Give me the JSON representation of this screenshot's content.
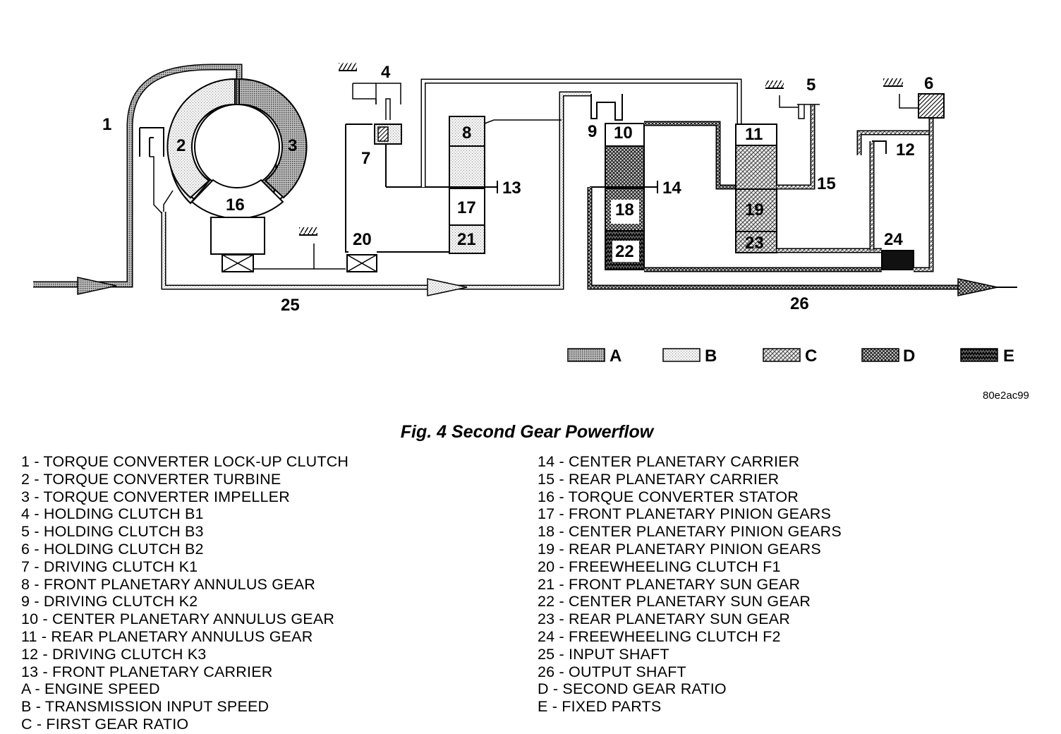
{
  "diagram": {
    "labels": {
      "n1": "1",
      "n2": "2",
      "n3": "3",
      "n4": "4",
      "n5": "5",
      "n6": "6",
      "n7": "7",
      "n8": "8",
      "n9": "9",
      "n10": "10",
      "n11": "11",
      "n12": "12",
      "n13": "13",
      "n14": "14",
      "n15": "15",
      "n16": "16",
      "n17": "17",
      "n18": "18",
      "n19": "19",
      "n20": "20",
      "n21": "21",
      "n22": "22",
      "n23": "23",
      "n24": "24",
      "n25": "25",
      "n26": "26"
    },
    "fill_legend": [
      {
        "letter": "A",
        "pattern": "dense-dots"
      },
      {
        "letter": "B",
        "pattern": "light-dots"
      },
      {
        "letter": "C",
        "pattern": "crosshatch-light"
      },
      {
        "letter": "D",
        "pattern": "crosshatch-dense"
      },
      {
        "letter": "E",
        "pattern": "zigzag-dark"
      }
    ],
    "image_code": "80e2ac99"
  },
  "figure": {
    "title": "Fig. 4 Second Gear Powerflow"
  },
  "legend": {
    "left": [
      "1 - TORQUE CONVERTER LOCK-UP CLUTCH",
      "2 - TORQUE CONVERTER TURBINE",
      "3 - TORQUE CONVERTER IMPELLER",
      "4 - HOLDING CLUTCH B1",
      "5 - HOLDING CLUTCH B3",
      "6 - HOLDING CLUTCH B2",
      "7 - DRIVING CLUTCH K1",
      "8 - FRONT PLANETARY ANNULUS GEAR",
      "9 - DRIVING CLUTCH K2",
      "10 - CENTER PLANETARY ANNULUS GEAR",
      "11 - REAR PLANETARY ANNULUS GEAR",
      "12 - DRIVING CLUTCH K3",
      "13 - FRONT PLANETARY CARRIER",
      "A - ENGINE SPEED",
      "B - TRANSMISSION INPUT SPEED",
      "C - FIRST GEAR RATIO"
    ],
    "right": [
      "14 - CENTER PLANETARY CARRIER",
      "15 - REAR PLANETARY CARRIER",
      "16 - TORQUE CONVERTER STATOR",
      "17 - FRONT PLANETARY PINION GEARS",
      "18 - CENTER PLANETARY PINION GEARS",
      "19 - REAR PLANETARY PINION GEARS",
      "20 - FREEWHEELING CLUTCH F1",
      "21 - FRONT PLANETARY SUN GEAR",
      "22 - CENTER PLANETARY SUN GEAR",
      "23 - REAR PLANETARY SUN GEAR",
      "24 - FREEWHEELING CLUTCH F2",
      "25 - INPUT SHAFT",
      "26 - OUTPUT SHAFT",
      "D - SECOND GEAR RATIO",
      "E - FIXED PARTS"
    ]
  }
}
